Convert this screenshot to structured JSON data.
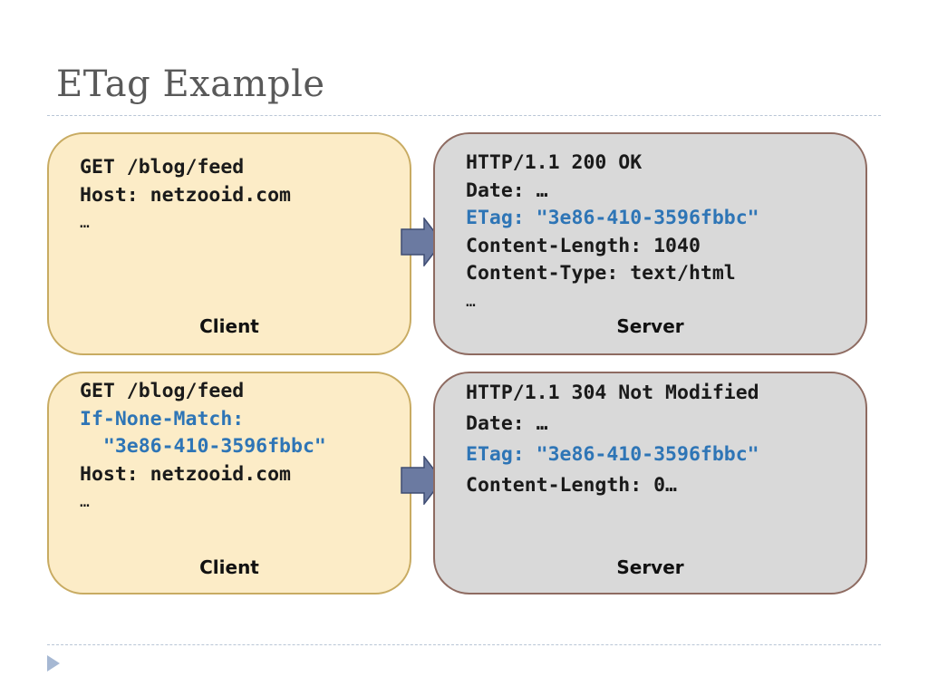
{
  "title": "ETag Example",
  "row1": {
    "client": {
      "lines": [
        "GET /blog/feed",
        "Host: netzooid.com",
        "…"
      ],
      "caption": "Client"
    },
    "server": {
      "lines": [
        "HTTP/1.1 200 OK",
        "Date: …",
        "ETag: \"3e86-410-3596fbbc\"",
        "Content-Length: 1040",
        "Content-Type: text/html",
        "…"
      ],
      "caption": "Server"
    }
  },
  "row2": {
    "client": {
      "lines": [
        "GET /blog/feed",
        "If-None-Match:",
        "  \"3e86-410-3596fbbc\"",
        "Host: netzooid.com",
        "…"
      ],
      "caption": "Client"
    },
    "server": {
      "lines": [
        "HTTP/1.1 304 Not Modified",
        "Date: …",
        "ETag: \"3e86-410-3596fbbc\"",
        "Content-Length: 0…"
      ],
      "caption": "Server"
    }
  },
  "colors": {
    "client_fill": "#fcecc7",
    "client_border": "#c8ab62",
    "server_fill": "#d9d9d9",
    "server_border": "#8e6b61",
    "highlight_text": "#2e75b6",
    "arrow_fill": "#6b7aa1",
    "arrow_border": "#3e4c73"
  },
  "icons": {
    "arrow": "right-arrow-icon",
    "footer": "triangle-bullet-icon"
  }
}
